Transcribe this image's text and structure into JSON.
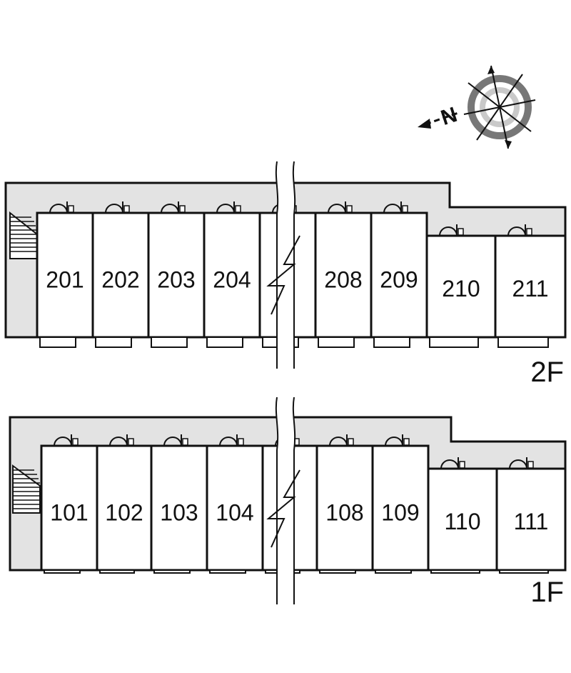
{
  "compass": {
    "north_label": "N"
  },
  "floors": [
    {
      "id": "2f",
      "label": "2F",
      "units": [
        "201",
        "202",
        "203",
        "204",
        "208",
        "209",
        "210",
        "211"
      ]
    },
    {
      "id": "1f",
      "label": "1F",
      "units": [
        "101",
        "102",
        "103",
        "104",
        "108",
        "109",
        "110",
        "111"
      ]
    }
  ],
  "colors": {
    "corridor": "#e3e3e3",
    "wall": "#111111",
    "ring_dark": "#777777",
    "ring_light": "#c9c9c9"
  }
}
